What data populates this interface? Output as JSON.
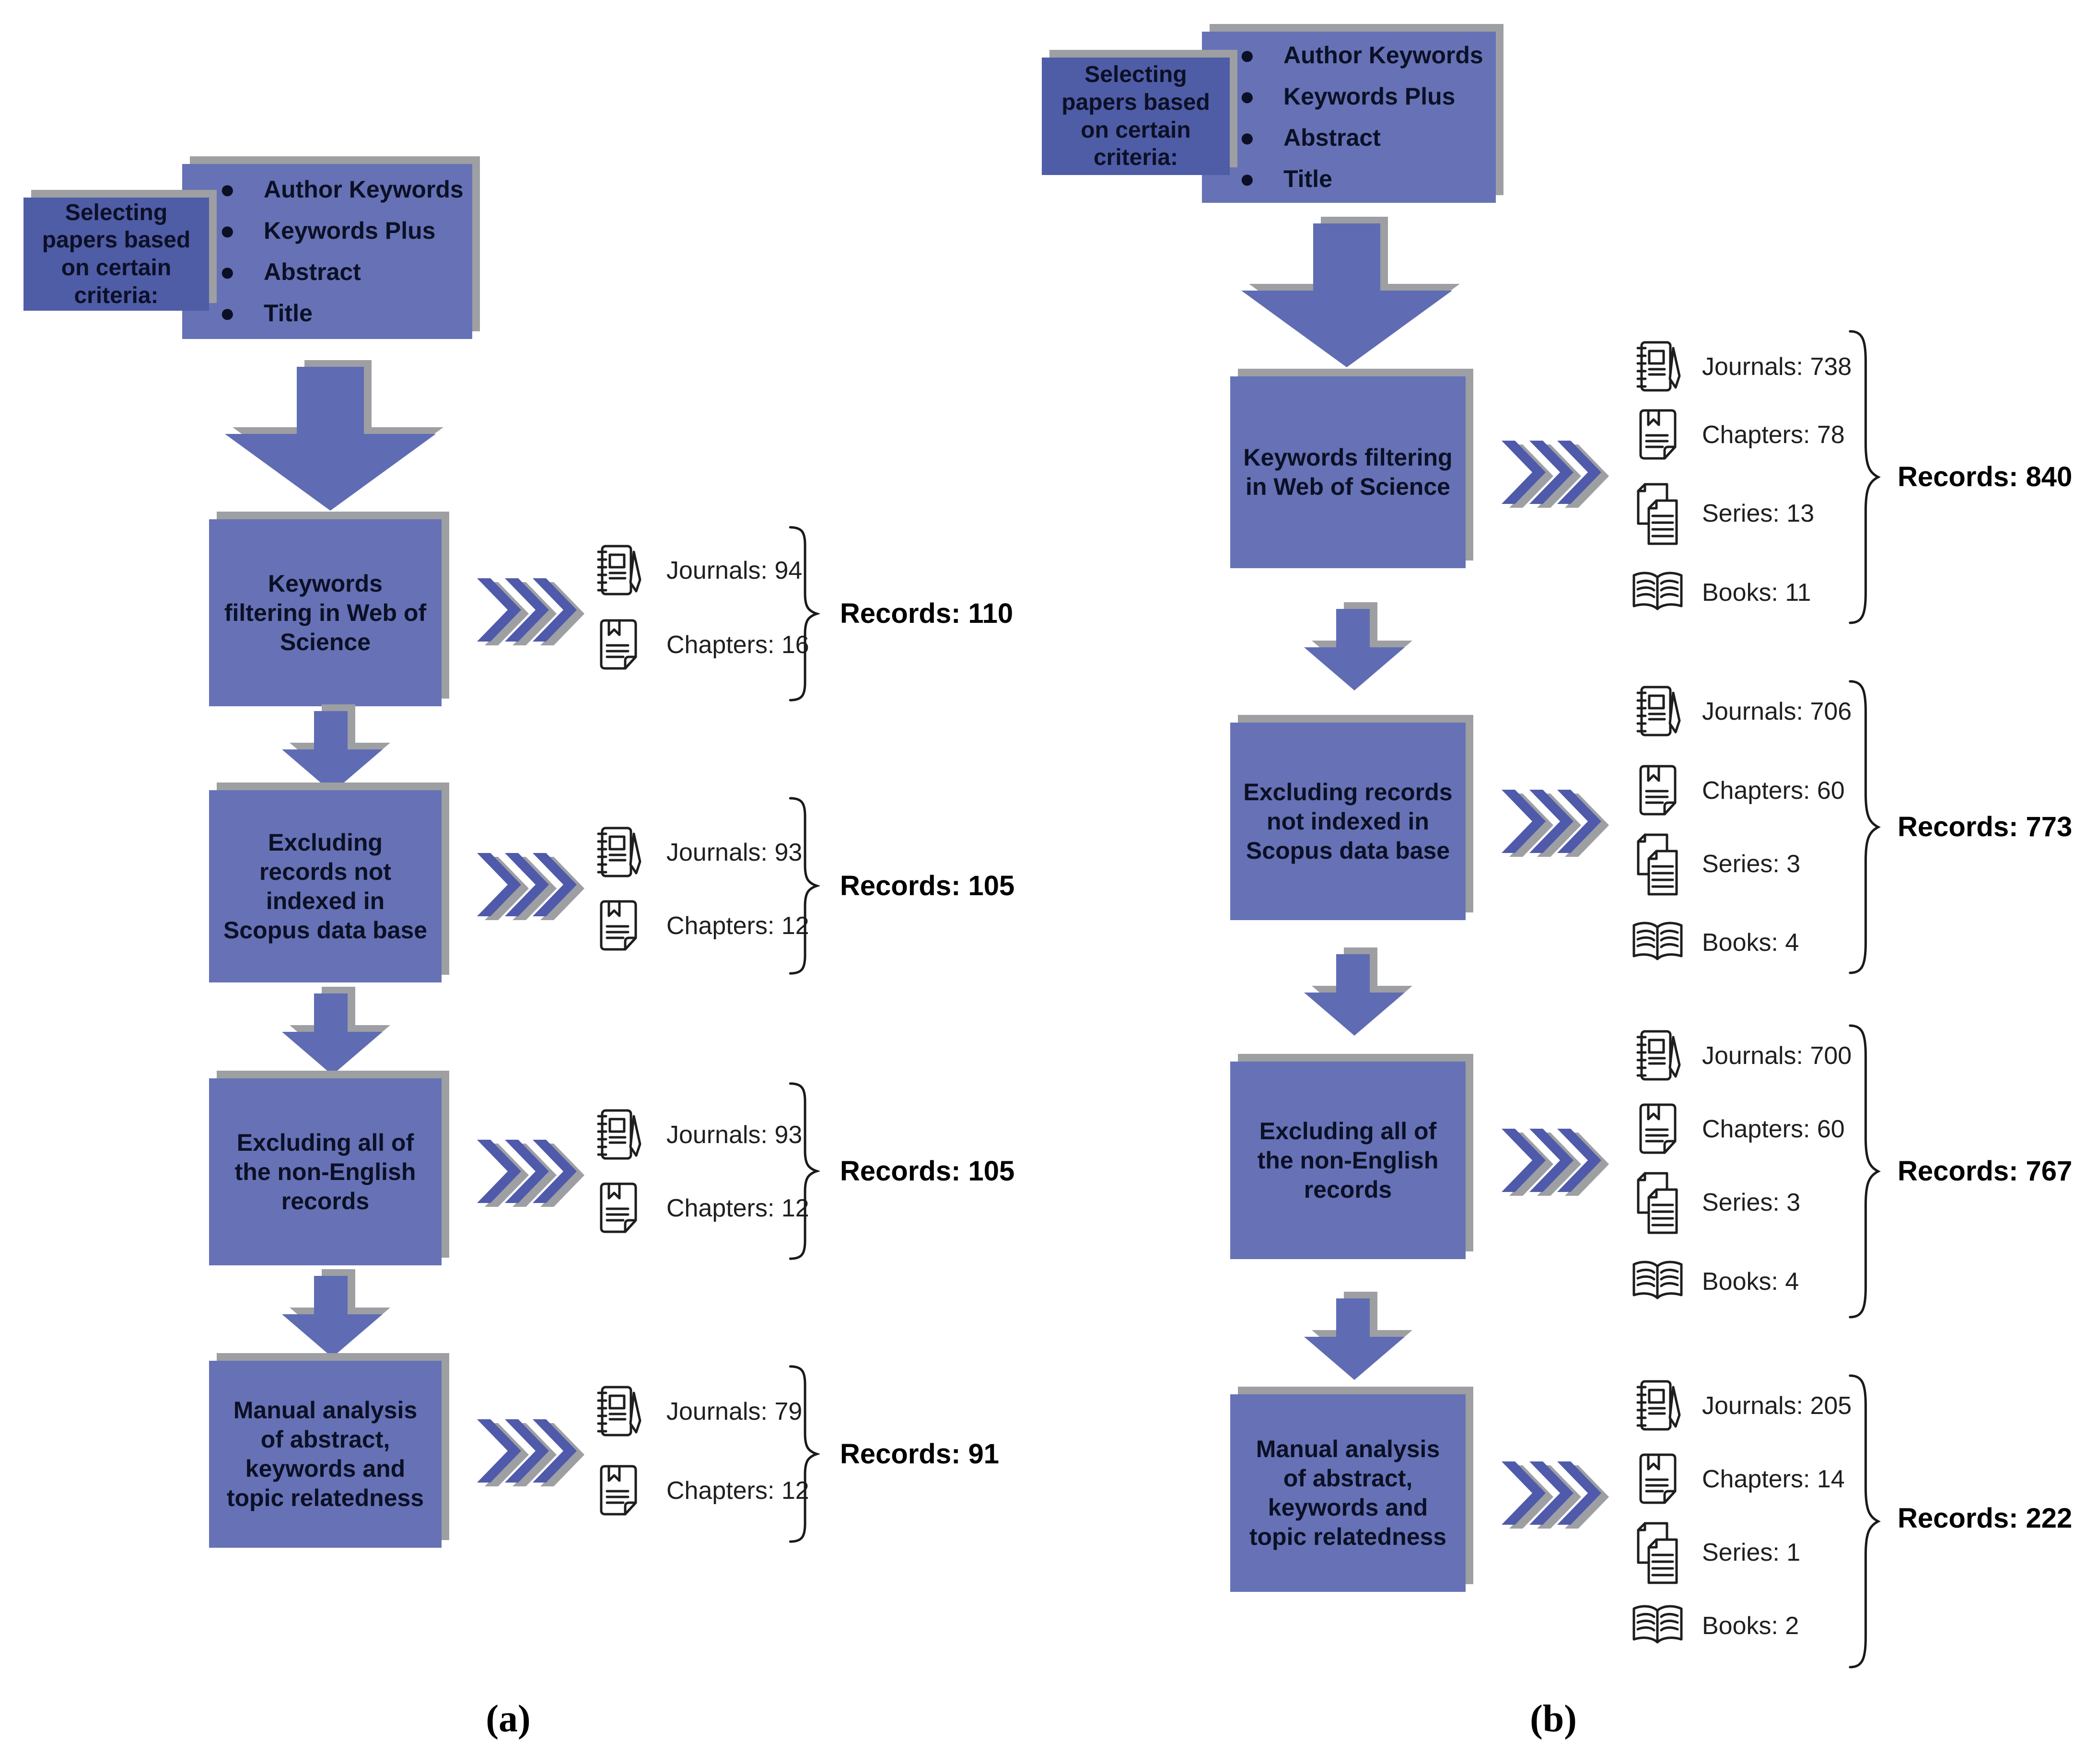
{
  "colors": {
    "box_fill": "#6672b5",
    "box_fill_dark": "#4f5ca6",
    "arrow_fill": "#5f6cb3",
    "chevron_fill": "#4f5aab",
    "shadow": "#9d9fa2",
    "box_text": "#0c1026",
    "label_text": "#1f1f1f",
    "records_text": "#000000"
  },
  "criteria_box": {
    "label": "Selecting papers based on certain criteria:",
    "items": [
      "Author Keywords",
      "Keywords Plus",
      "Abstract",
      "Title"
    ]
  },
  "flow_a": {
    "caption": "(a)",
    "stage1": {
      "title": "Keywords filtering in Web of Science",
      "item1": "Journals: 94",
      "item2": "Chapters: 16",
      "records": "Records: 110"
    },
    "stage2": {
      "title": "Excluding records not indexed in Scopus data base",
      "item1": "Journals: 93",
      "item2": "Chapters: 12",
      "records": "Records: 105"
    },
    "stage3": {
      "title": "Excluding all of the non-English records",
      "item1": "Journals: 93",
      "item2": "Chapters: 12",
      "records": "Records: 105"
    },
    "stage4": {
      "title": "Manual analysis of abstract, keywords and topic relatedness",
      "item1": "Journals: 79",
      "item2": "Chapters: 12",
      "records": "Records: 91"
    }
  },
  "flow_b": {
    "caption": "(b)",
    "stage1": {
      "title": "Keywords filtering in Web of Science",
      "item1": "Journals: 738",
      "item2": "Chapters: 78",
      "item3": "Series: 13",
      "item4": "Books: 11",
      "records": "Records: 840"
    },
    "stage2": {
      "title": "Excluding records not indexed in Scopus data base",
      "item1": "Journals: 706",
      "item2": "Chapters: 60",
      "item3": "Series: 3",
      "item4": "Books: 4",
      "records": "Records: 773"
    },
    "stage3": {
      "title": "Excluding all of the non-English records",
      "item1": "Journals: 700",
      "item2": "Chapters: 60",
      "item3": "Series: 3",
      "item4": "Books: 4",
      "records": "Records: 767"
    },
    "stage4": {
      "title": "Manual analysis of abstract, keywords and topic relatedness",
      "item1": "Journals: 205",
      "item2": "Chapters: 14",
      "item3": "Series: 1",
      "item4": "Books: 2",
      "records": "Records: 222"
    }
  }
}
